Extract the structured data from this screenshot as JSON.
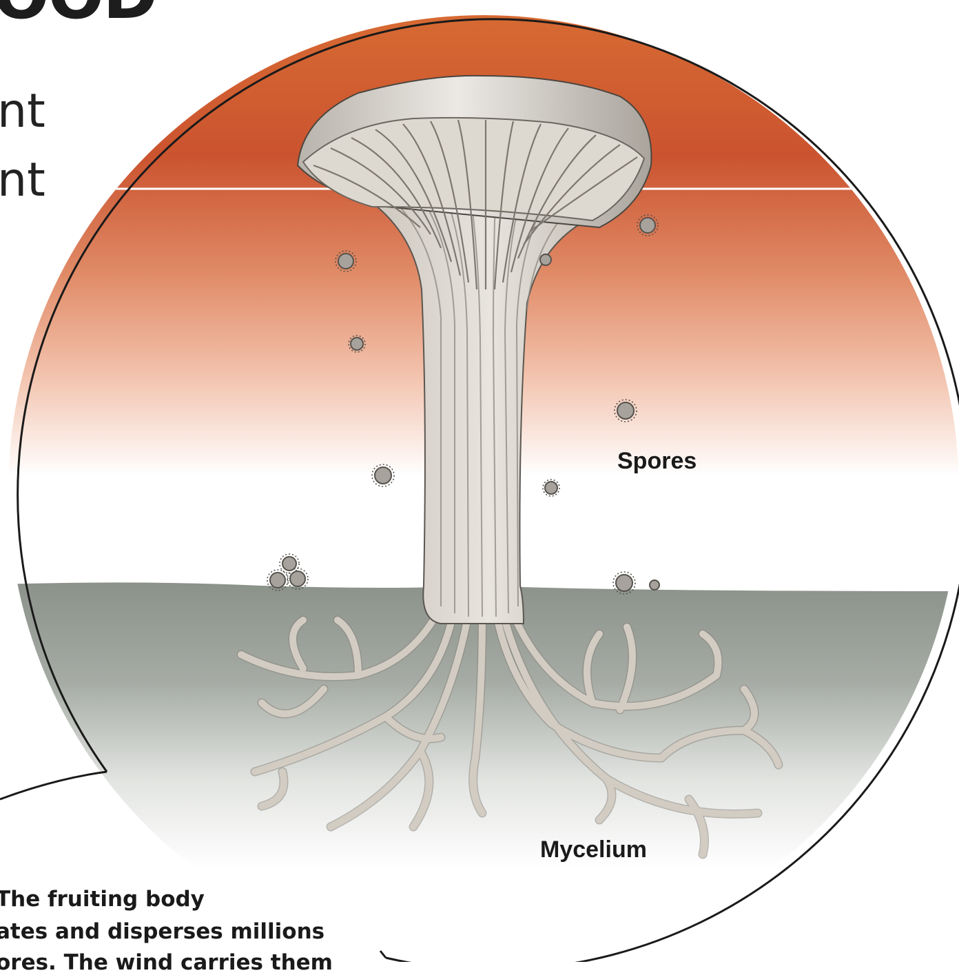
{
  "header": {
    "title": "OOD",
    "intro_lines": [
      "nt",
      "nt"
    ]
  },
  "diagram": {
    "labels": {
      "spores": "Spores",
      "mycelium": "Mycelium"
    },
    "colors": {
      "sky_top": "#d4622f",
      "sky_mid": "#eea78a",
      "ground": "#8f968e",
      "mushroom": "#d8d3cb",
      "outline": "#1a1a1a"
    }
  },
  "caption": {
    "lines": [
      "The fruiting body",
      "ates and disperses millions",
      "ores. The wind carries them"
    ]
  }
}
